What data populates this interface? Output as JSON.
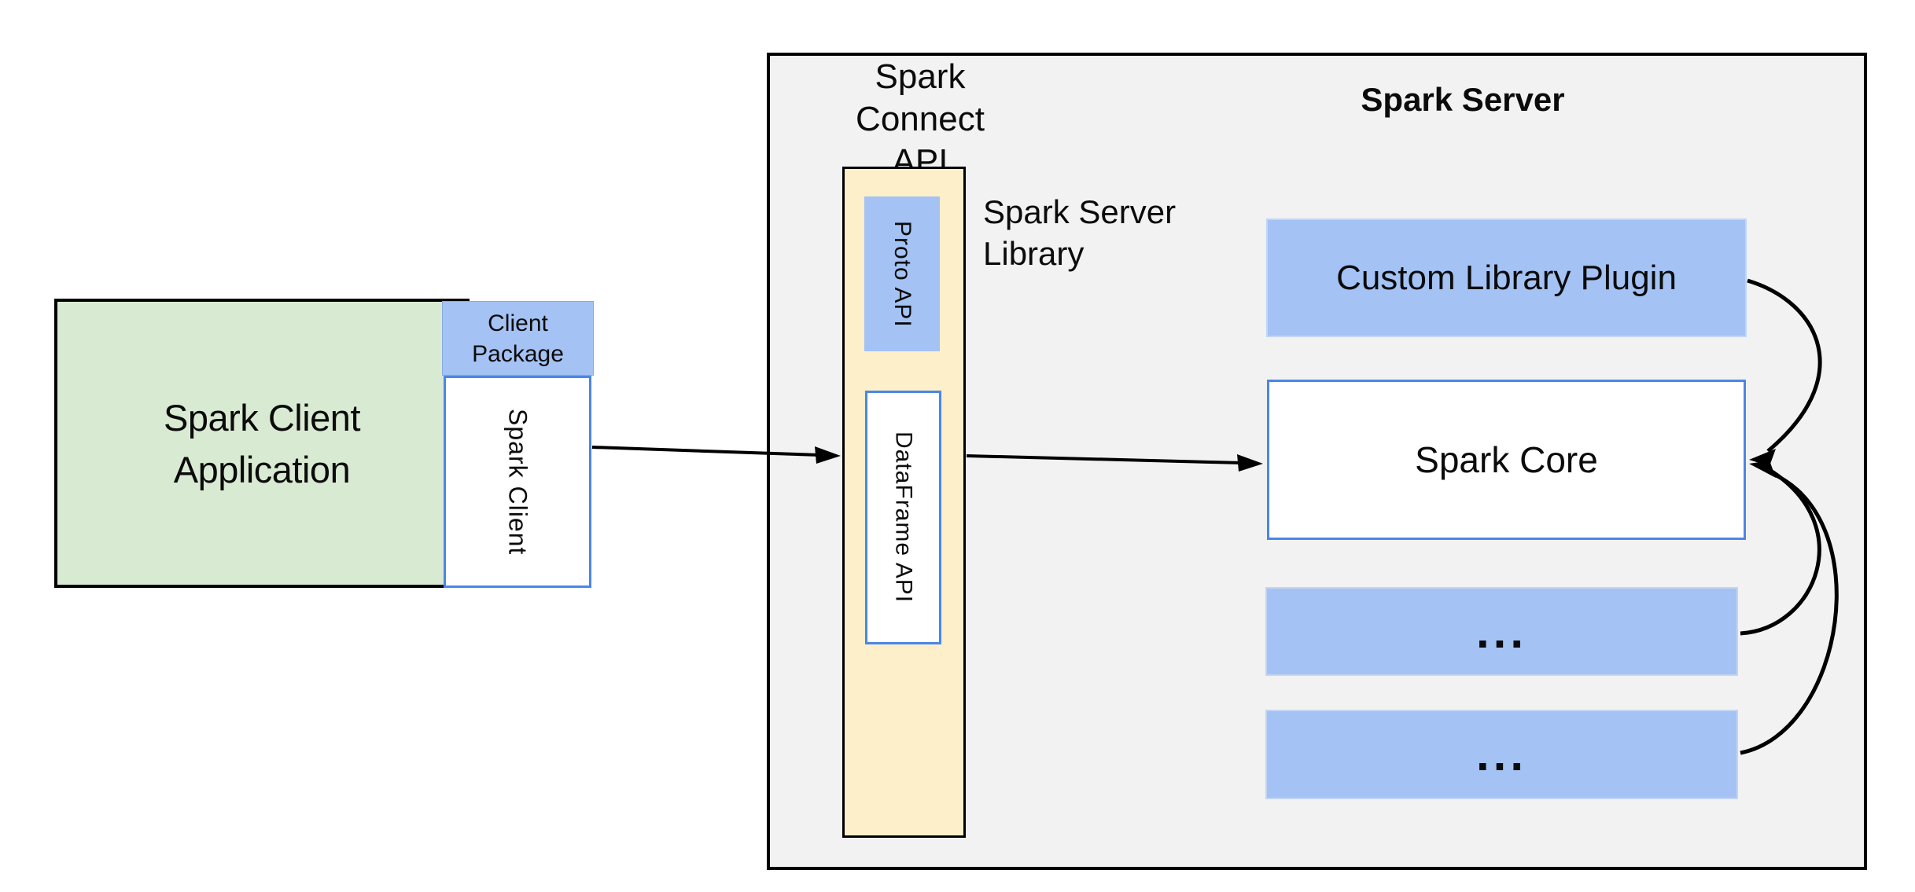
{
  "diagram": {
    "client": {
      "app_label": "Spark Client\nApplication",
      "package_label": "Client\nPackage",
      "spark_client_label": "Spark Client"
    },
    "connect_api": {
      "title": "Spark Connect\nAPI",
      "proto_api_label": "Proto API",
      "dataframe_api_label": "DataFrame API",
      "library_label": "Spark Server\nLibrary"
    },
    "server": {
      "title": "Spark Server",
      "plugin_label": "Custom Library Plugin",
      "core_label": "Spark Core",
      "ellipsis_box_1": "...",
      "ellipsis_box_2": "..."
    },
    "colors": {
      "background": "#ffffff",
      "server_container_fill": "#f2f2f2",
      "client_app_fill": "#d9ead3",
      "blue_fill": "#a4c2f4",
      "blue_border": "#4a86e8",
      "yellow_fill": "#fdefc9",
      "outline": "#000000"
    }
  }
}
